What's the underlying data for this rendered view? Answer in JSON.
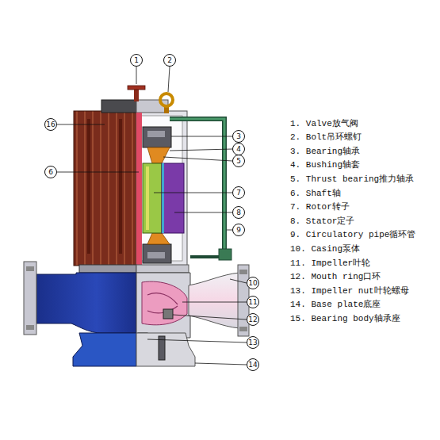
{
  "diagram": {
    "labels": [
      "1",
      "2",
      "16",
      "3",
      "4",
      "5",
      "6",
      "7",
      "8",
      "9",
      "10",
      "11",
      "12",
      "13",
      "14",
      "1. Valve放气阀",
      "2. Bolt吊环螺钉",
      "3. Bearing轴承",
      "4. Bushing轴套",
      "5. Thrust bearing推力轴承",
      "6. Shaft轴",
      "7. Rotor转子",
      "8. Stator定子",
      "9. Circulatory pipe循环管",
      "10. Casing泵体",
      "11. Impeller叶轮",
      "12. Mouth ring口环",
      "13. Impeller nut叶轮螺母",
      "14. Base plate底座",
      "15. Bearing body轴承座"
    ]
  }
}
